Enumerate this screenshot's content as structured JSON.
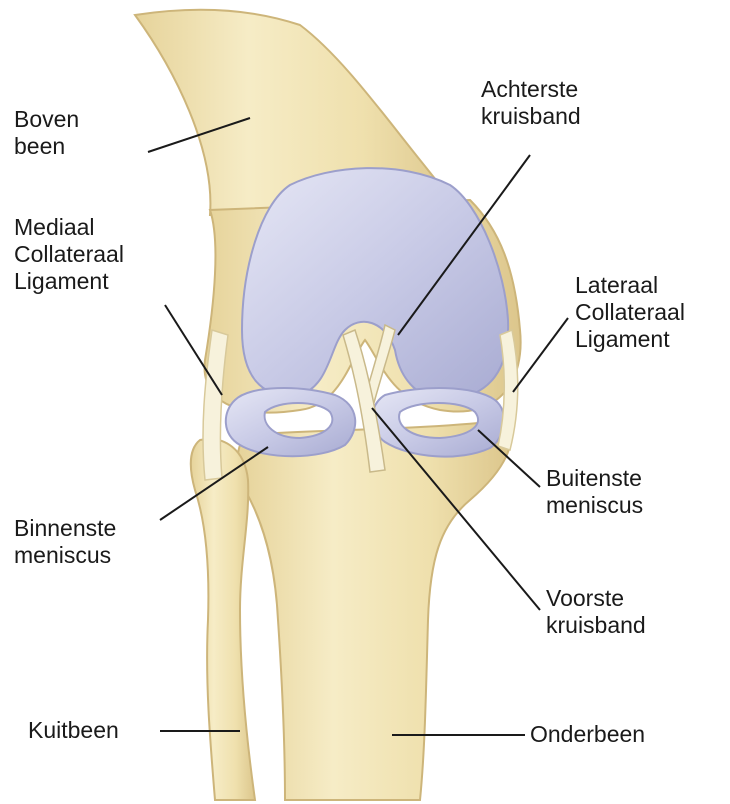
{
  "labels": {
    "bovenbeen": [
      "Boven",
      "been"
    ],
    "achterste_kruisband": [
      "Achterste",
      "kruisband"
    ],
    "mediaal_collateraal_ligament": [
      "Mediaal",
      "Collateraal",
      "Ligament"
    ],
    "lateraal_collateraal_ligament": [
      "Lateraal",
      "Collateraal",
      "Ligament"
    ],
    "buitenste_meniscus": [
      "Buitenste",
      "meniscus"
    ],
    "binnenste_meniscus": [
      "Binnenste",
      "meniscus"
    ],
    "voorste_kruisband": [
      "Voorste",
      "kruisband"
    ],
    "kuitbeen": [
      "Kuitbeen"
    ],
    "onderbeen": [
      "Onderbeen"
    ]
  },
  "colors": {
    "bone": "#f3e8bd",
    "bone_shadow": "#d9c48b",
    "cartilage": "#c9cbe6",
    "cartilage_edge": "#a9abd3",
    "ligament": "#f7f2dc",
    "leader_line": "#1a1a1a"
  }
}
